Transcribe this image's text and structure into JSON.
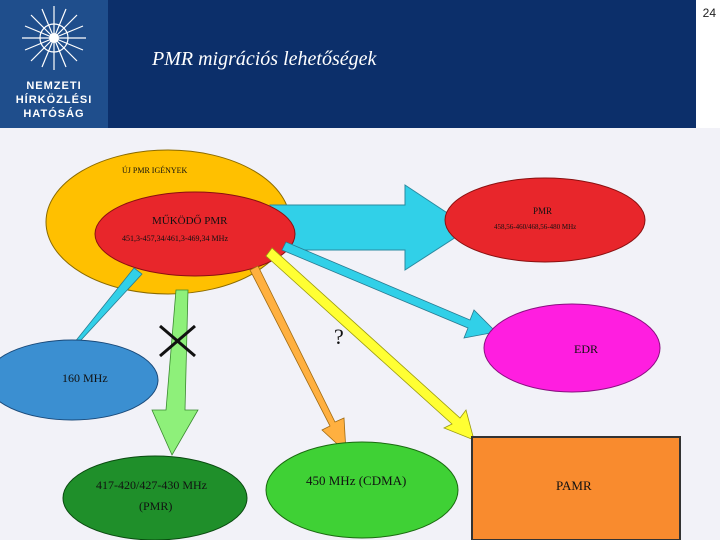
{
  "slide": {
    "page_number": "24",
    "title": "PMR migrációs lehetőségek",
    "logo_lines": [
      "NEMZETI",
      "HÍRKÖZLÉSI",
      "HATÓSÁG"
    ]
  },
  "diagram": {
    "outer_label": "ÚJ PMR IGÉNYEK",
    "current_label": "MŰKÖDŐ PMR",
    "current_freq": "451,3-457,34/461,3-469,34 MHz",
    "pmr_label": "PMR",
    "pmr_freq": "458,56-460/468,56-480 MHz",
    "question_mark": "?",
    "edr_label": "EDR",
    "vhf_label": "160 MHz",
    "uhf_label": "417-420/427-430 MHz",
    "uhf_sub": "(PMR)",
    "cdma_label": "450 MHz (CDMA)",
    "pamr_label": "PAMR"
  },
  "colors": {
    "header_dark": "#0c2f6a",
    "logo_blue": "#1f4e8c",
    "outer_ellipse": "#ffc000",
    "current_ellipse": "#e8262b",
    "edr_ellipse": "#ff1ee0",
    "vhf_ellipse": "#3b8fd1",
    "uhf_ellipse": "#1f8f2a",
    "cdma_ellipse": "#3fd135",
    "pamr_box": "#f98b2e",
    "arrow_cyan": "#31d0e8",
    "arrow_green": "#8ef07a",
    "arrow_yellow": "#ffff33",
    "arrow_orange": "#ffb040"
  }
}
